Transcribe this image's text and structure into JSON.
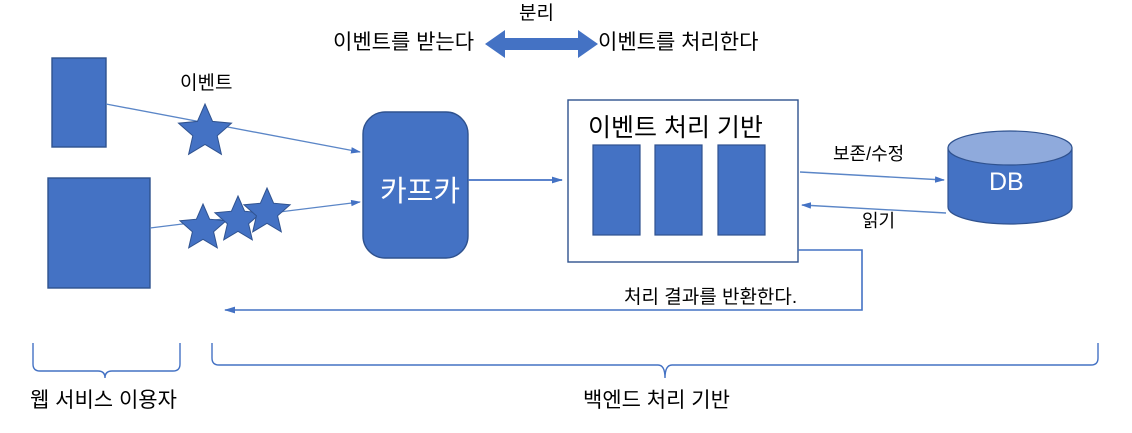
{
  "diagram": {
    "title_separation": "분리",
    "left_phase": "이벤트를 받는다",
    "right_phase": "이벤트를 처리한다",
    "event_label": "이벤트",
    "kafka_label": "카프카",
    "processing_platform_label": "이벤트 처리 기반",
    "db_label": "DB",
    "save_update_label": "보존/수정",
    "read_label": "읽기",
    "return_result_label": "처리 결과를 반환한다.",
    "web_users_label": "웹 서비스 이용자",
    "backend_label": "백엔드 처리 기반"
  },
  "colors": {
    "shape_fill": "#4472C4",
    "shape_stroke": "#2F528F",
    "cylinder_top": "#8FAADC",
    "arrow_blue": "#4472C4",
    "thin_line": "#5B86C7",
    "brace": "#4472C4",
    "text_dark": "#000000",
    "text_light": "#FFFFFF",
    "background": "#FFFFFF"
  },
  "shapes": {
    "client_small_name": "client-box-small",
    "client_large_name": "client-box-large",
    "star_count_top": 1,
    "star_count_bottom": 3,
    "processor_block_count": 3
  }
}
